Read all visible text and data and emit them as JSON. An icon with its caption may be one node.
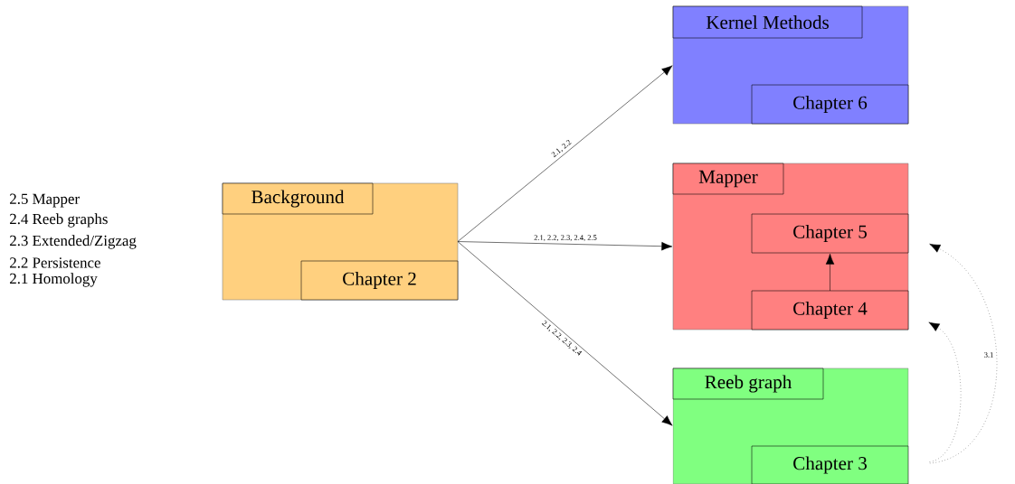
{
  "diagram": {
    "nodes": [
      {
        "text": [
          "Background"
        ]
      },
      {
        "text": [
          "Chapter 2"
        ],
        "in": 0
      },
      {
        "text": [
          "Kernel Methods"
        ]
      },
      {
        "text": [
          "Chapter 6"
        ],
        "in": 2
      },
      {
        "text": [
          "Mapper"
        ]
      },
      {
        "text": [
          "Chapter 5"
        ],
        "in": 4
      },
      {
        "text": [
          "Chapter 4"
        ],
        "in": 4
      },
      {
        "text": [
          "Reeb graph"
        ]
      },
      {
        "text": [
          "Chapter 3"
        ],
        "in": 7
      }
    ],
    "edges": [
      {
        "from": 0,
        "to": 2,
        "arrow": "to",
        "label": "2.1, 2.2"
      },
      {
        "from": 0,
        "to": 4,
        "arrow": "to",
        "label": "2.1, 2.2, 2.3, 2.4, 2.5"
      },
      {
        "from": 0,
        "to": 7,
        "arrow": "to",
        "label": "2.1, 2.2, 2.3, 2.4"
      },
      {
        "from": 6,
        "to": 5,
        "arrow": "to"
      },
      {
        "from": 8,
        "to": 6,
        "arrow": "to",
        "style": "dashed"
      },
      {
        "from": 8,
        "to": 5,
        "arrow": "to",
        "style": "dashed",
        "label": "3.1"
      }
    ],
    "labels": [
      "2.5 Mapper",
      "2.4 Reeb graphs",
      "2.3 Extended/Zigzag",
      "2.2 Persistence",
      "2.1 Homology"
    ]
  }
}
